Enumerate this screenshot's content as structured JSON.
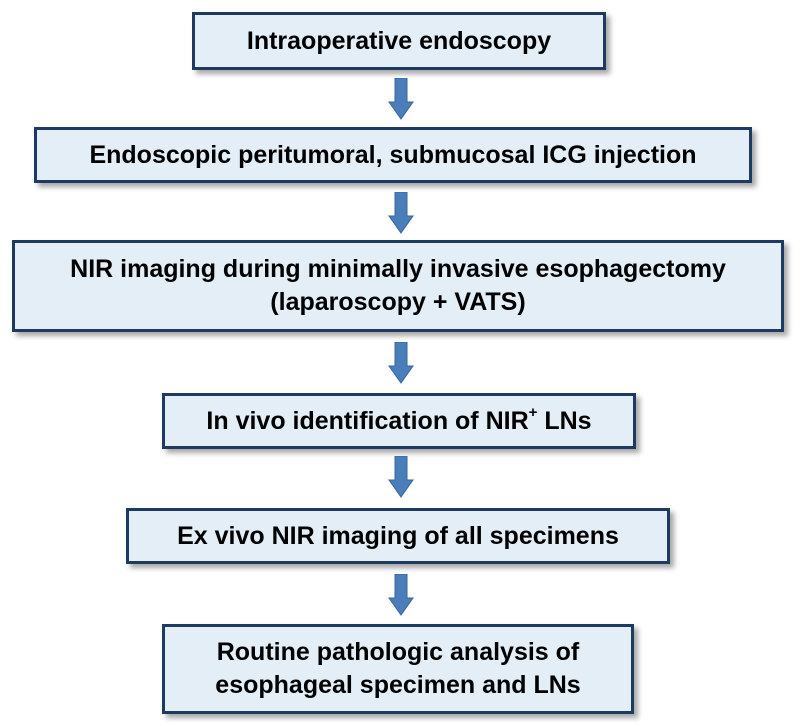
{
  "flow": {
    "steps": [
      {
        "lines": [
          "Intraoperative endoscopy"
        ]
      },
      {
        "lines": [
          "Endoscopic peritumoral, submucosal ICG injection"
        ]
      },
      {
        "lines": [
          "NIR imaging during minimally invasive esophagectomy",
          "(laparoscopy + VATS)"
        ]
      },
      {
        "prefix": "In vivo identification of NIR",
        "sup": "+",
        "suffix": " LNs"
      },
      {
        "lines": [
          "Ex vivo NIR imaging of all specimens"
        ]
      },
      {
        "lines": [
          "Routine pathologic analysis of",
          "esophageal specimen and LNs"
        ]
      }
    ],
    "arrow_icon": "down-arrow-icon"
  },
  "colors": {
    "box_fill": "#e4eef7",
    "box_border": "#1f3a60",
    "arrow_fill": "#4a7ebb",
    "arrow_stroke": "#3a6599",
    "text": "#000000"
  }
}
